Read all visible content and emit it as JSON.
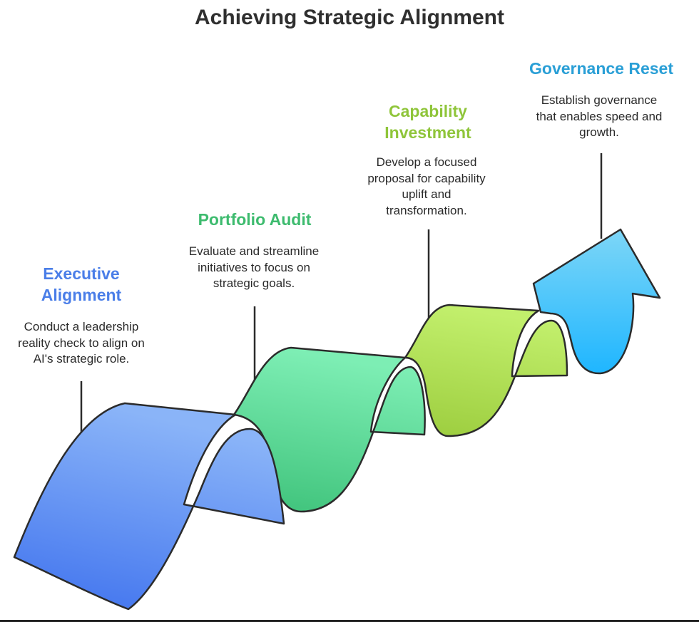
{
  "title": "Achieving Strategic Alignment",
  "stages": [
    {
      "title_lines": [
        "Executive",
        "Alignment"
      ],
      "description_lines": [
        "Conduct a leadership",
        "reality check to align on",
        "AI's strategic role."
      ],
      "color": "#4a7ee8"
    },
    {
      "title_lines": [
        "Portfolio Audit"
      ],
      "description_lines": [
        "Evaluate and streamline",
        "initiatives to focus on",
        "strategic goals."
      ],
      "color": "#3dbb6e"
    },
    {
      "title_lines": [
        "Capability",
        "Investment"
      ],
      "description_lines": [
        "Develop a focused",
        "proposal for capability",
        "uplift and",
        "transformation."
      ],
      "color": "#8fc53a"
    },
    {
      "title_lines": [
        "Governance Reset"
      ],
      "description_lines": [
        "Establish governance",
        "that enables speed and",
        "growth."
      ],
      "color": "#2a9fd6"
    }
  ]
}
